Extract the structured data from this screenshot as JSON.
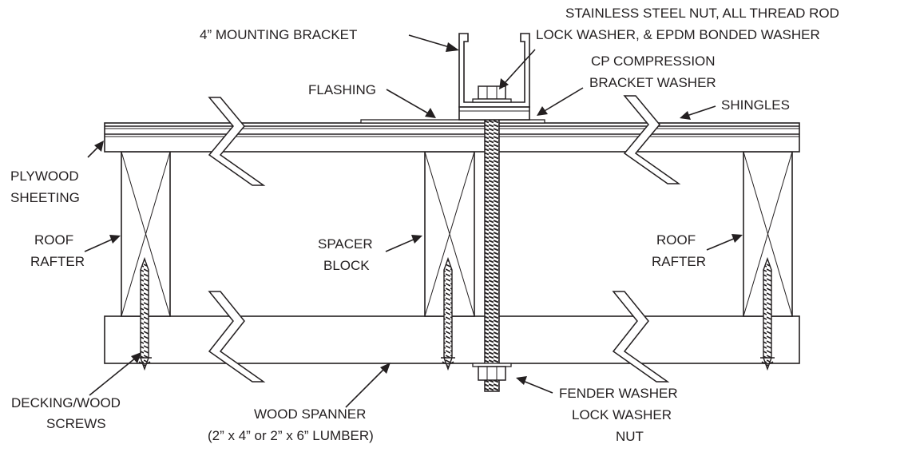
{
  "labels": {
    "mounting_bracket": "4” MOUNTING BRACKET",
    "nut_line1": "STAINLESS STEEL NUT, ALL THREAD ROD",
    "nut_line2": "LOCK WASHER, & EPDM BONDED WASHER",
    "cp_line1": "CP COMPRESSION",
    "cp_line2": "BRACKET WASHER",
    "flashing": "FLASHING",
    "shingles": "SHINGLES",
    "plywood_line1": "PLYWOOD",
    "plywood_line2": "SHEETING",
    "rafter_left_line1": "ROOF",
    "rafter_left_line2": "RAFTER",
    "spacer_line1": "SPACER",
    "spacer_line2": "BLOCK",
    "rafter_right_line1": "ROOF",
    "rafter_right_line2": "RAFTER",
    "screws_line1": "DECKING/WOOD",
    "screws_line2": "SCREWS",
    "spanner_line1": "WOOD SPANNER",
    "spanner_line2": "(2” x 4” or 2” x 6” LUMBER)",
    "fender_line1": "FENDER WASHER",
    "fender_line2": "LOCK WASHER",
    "fender_line3": "NUT"
  }
}
